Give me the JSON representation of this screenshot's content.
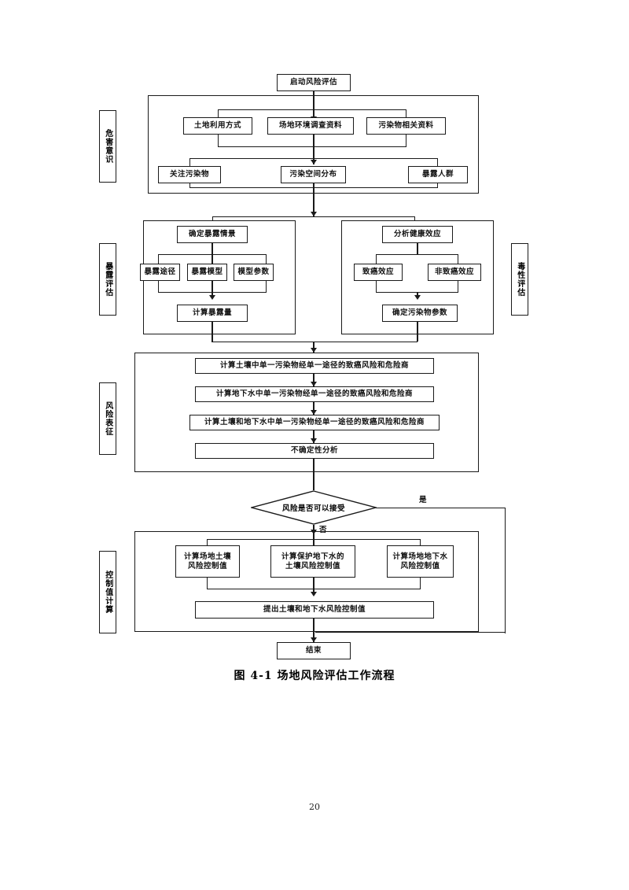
{
  "document": {
    "page_number": "20",
    "figure_caption": "图 4-1 场地风险评估工作流程"
  },
  "flowchart": {
    "start_node": "启动风险评估",
    "end_node": "结束",
    "decision": {
      "label": "风险是否可以接受",
      "yes_label": "是",
      "no_label": "否"
    },
    "stages": [
      {
        "id": "hazard-awareness",
        "label": "危害意识",
        "side": "left"
      },
      {
        "id": "exposure-assessment",
        "label": "暴露评估",
        "side": "left"
      },
      {
        "id": "toxicity-assessment",
        "label": "毒性评估",
        "side": "right"
      },
      {
        "id": "risk-characterization",
        "label": "风险表征",
        "side": "left"
      },
      {
        "id": "control-value-calculation",
        "label": "控制值计算",
        "side": "left"
      }
    ],
    "hazard_awareness": {
      "row1": [
        "土地利用方式",
        "场地环境调查资料",
        "污染物相关资料"
      ],
      "row2": [
        "关注污染物",
        "污染空间分布",
        "暴露人群"
      ]
    },
    "exposure_assessment": {
      "head": "确定暴露情景",
      "middle": [
        "暴露途径",
        "暴露模型",
        "模型参数"
      ],
      "tail": "计算暴露量"
    },
    "toxicity_assessment": {
      "head": "分析健康效应",
      "middle": [
        "致癌效应",
        "非致癌效应"
      ],
      "tail": "确定污染物参数"
    },
    "risk_characterization": {
      "steps": [
        "计算土壤中单一污染物经单一途径的致癌风险和危险商",
        "计算地下水中单一污染物经单一途径的致癌风险和危险商",
        "计算土壤和地下水中单一污染物经单一途径的致癌风险和危险商",
        "不确定性分析"
      ]
    },
    "control_value_calculation": {
      "row1": [
        "计算场地土壤\n风险控制值",
        "计算保护地下水的\n土壤风险控制值",
        "计算场地地下水\n风险控制值"
      ],
      "tail": "提出土壤和地下水风险控制值"
    }
  },
  "colors": {
    "stroke": "#1a1a1a",
    "background": "#ffffff",
    "text": "#111111"
  }
}
